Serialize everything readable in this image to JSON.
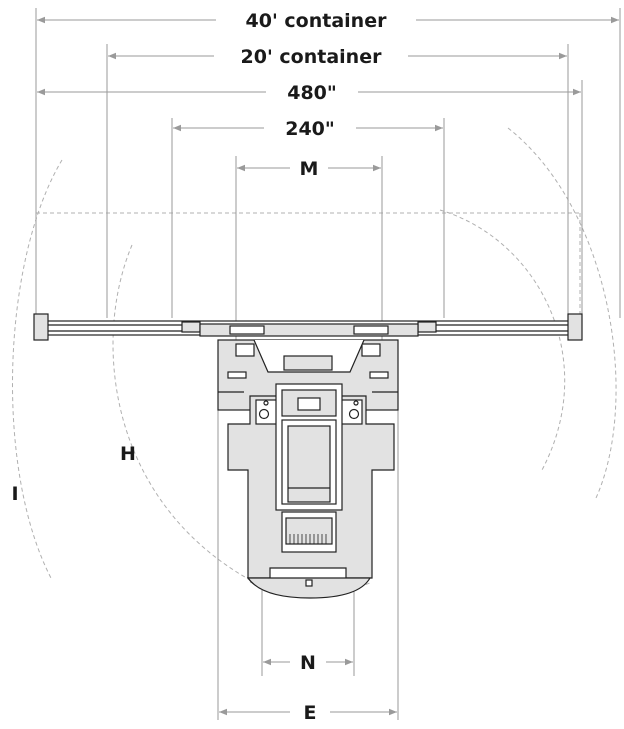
{
  "dimensions": {
    "container_40": "40' container",
    "container_20": "20' container",
    "length_480": "480\"",
    "length_240": "240\"",
    "m": "M",
    "n": "N",
    "e": "E"
  },
  "radius_labels": {
    "h": "H",
    "i": "I"
  },
  "colors": {
    "body_fill": "#e2e2e2",
    "outline": "#222222",
    "dimension_line": "#9a9a9a",
    "dashed": "#b0b0b0",
    "text": "#1a1a1a"
  }
}
